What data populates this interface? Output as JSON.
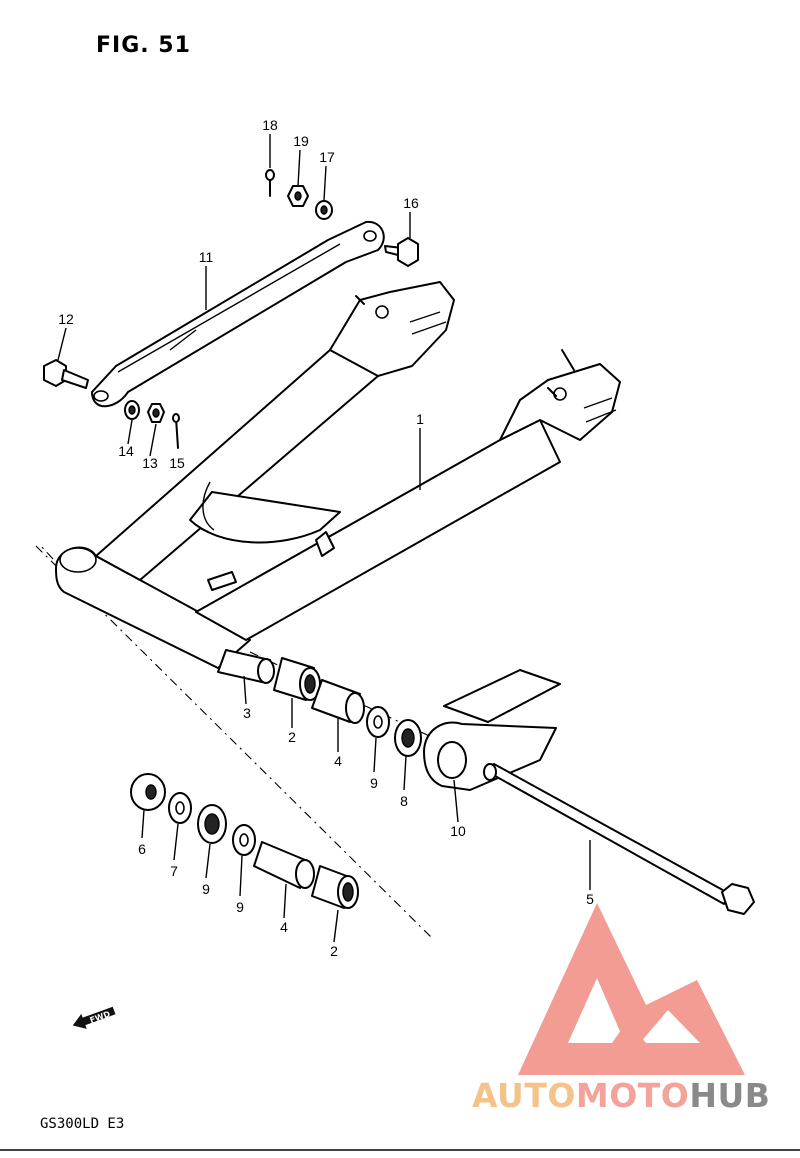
{
  "figure": {
    "title": "FIG. 51",
    "model_code": "GS300LD E3",
    "fwd_label": "FWD"
  },
  "callouts": [
    {
      "id": "c-1",
      "text": "1"
    },
    {
      "id": "c-2a",
      "text": "2"
    },
    {
      "id": "c-2b",
      "text": "2"
    },
    {
      "id": "c-3",
      "text": "3"
    },
    {
      "id": "c-4a",
      "text": "4"
    },
    {
      "id": "c-4b",
      "text": "4"
    },
    {
      "id": "c-5",
      "text": "5"
    },
    {
      "id": "c-6",
      "text": "6"
    },
    {
      "id": "c-7",
      "text": "7"
    },
    {
      "id": "c-8a",
      "text": "8"
    },
    {
      "id": "c-8b",
      "text": "8"
    },
    {
      "id": "c-9a",
      "text": "9"
    },
    {
      "id": "c-9b",
      "text": "9"
    },
    {
      "id": "c-10",
      "text": "10"
    },
    {
      "id": "c-11",
      "text": "11"
    },
    {
      "id": "c-12",
      "text": "12"
    },
    {
      "id": "c-13",
      "text": "13"
    },
    {
      "id": "c-14",
      "text": "14"
    },
    {
      "id": "c-15",
      "text": "15"
    },
    {
      "id": "c-16",
      "text": "16"
    },
    {
      "id": "c-17",
      "text": "17"
    },
    {
      "id": "c-18",
      "text": "18"
    },
    {
      "id": "c-19",
      "text": "19"
    }
  ],
  "watermark": {
    "word_part1": "AUTO",
    "word_part2": "MOTO",
    "word_part3": "HUB",
    "colors": {
      "auto": "#f5c28a",
      "moto": "#f4a39b",
      "hub": "#8a8a8a",
      "logo": "#f28b82"
    }
  }
}
